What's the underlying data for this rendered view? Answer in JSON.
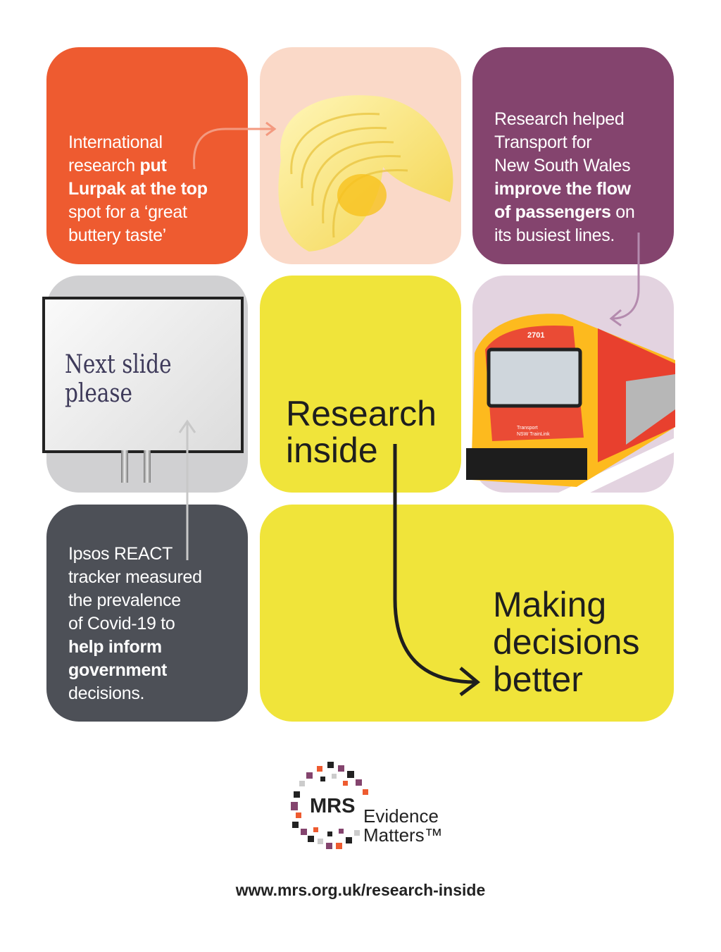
{
  "cards": {
    "lurpak": {
      "l1": "International",
      "l2a": "research ",
      "l2b": "put",
      "l3": "Lurpak at the top",
      "l4": "spot for a ‘great",
      "l5": "buttery taste’"
    },
    "transport": {
      "l1": "Research helped",
      "l2": "Transport for",
      "l3": "New South Wales",
      "l4": "improve the flow",
      "l5a": "of passengers",
      "l5b": " on",
      "l6": "its busiest lines."
    },
    "screen": {
      "text": "Next slide please"
    },
    "train": {
      "number": "2701",
      "brand1": "Transport",
      "brand2": "NSW TrainLink"
    },
    "research_inside": {
      "l1": "Research",
      "l2": "inside"
    },
    "ipsos": {
      "l1": "Ipsos REACT",
      "l2": "tracker measured",
      "l3": "the prevalence",
      "l4": "of Covid-19 to",
      "l5": "help inform",
      "l6": "government",
      "l7": "decisions."
    },
    "making": {
      "l1": "Making",
      "l2": "decisions",
      "l3": "better"
    }
  },
  "logo": {
    "mark": "MRS",
    "line1": "Evidence",
    "line2": "Matters™"
  },
  "url": "www.mrs.org.uk/research-inside",
  "colors": {
    "orange": "#EE5B30",
    "peach": "#FAD9C8",
    "purple": "#84446E",
    "yellow": "#F0E43A",
    "dark": "#4D5057"
  }
}
